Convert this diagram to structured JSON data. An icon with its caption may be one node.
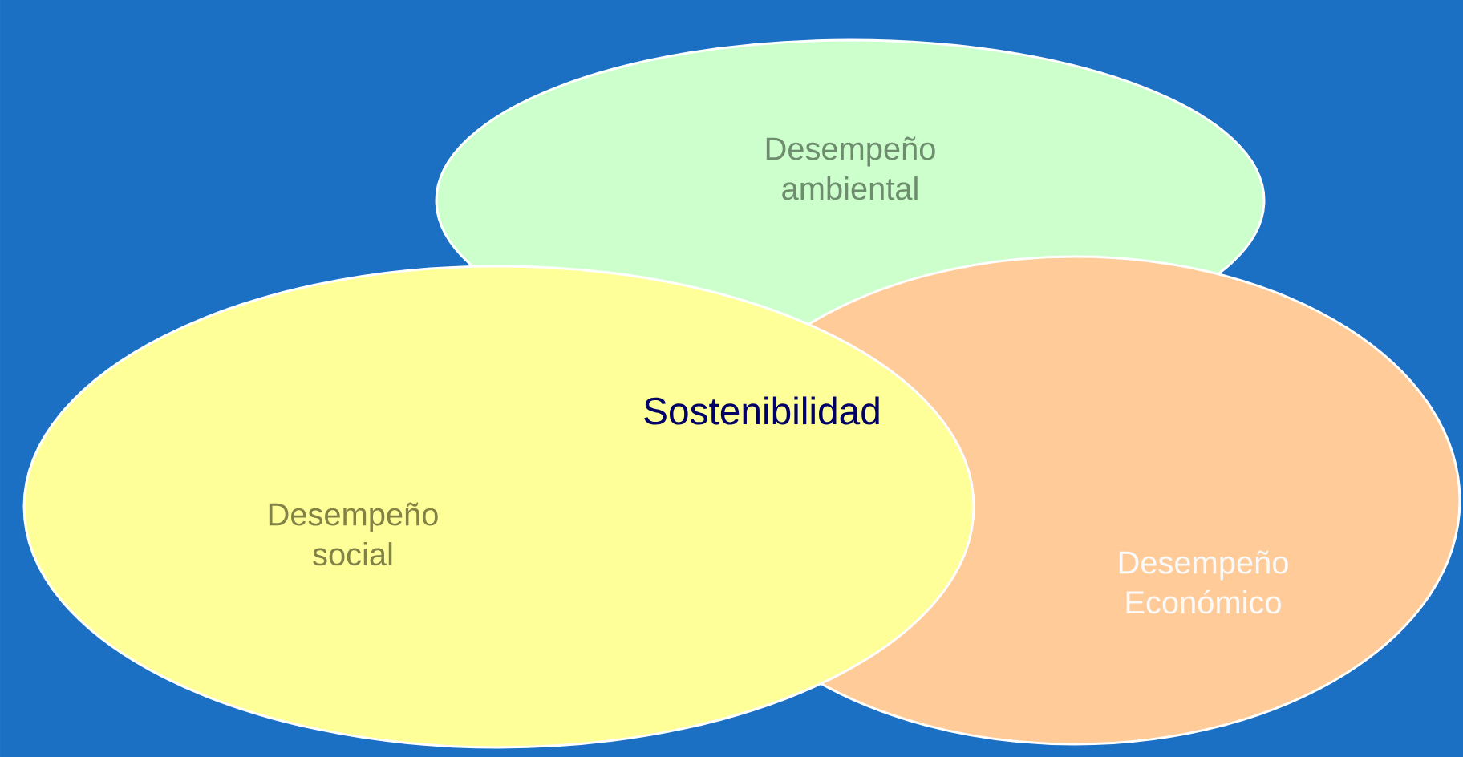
{
  "diagram": {
    "nodes": [
      {
        "text": [
          "Desempeño ambiental"
        ]
      },
      {
        "text": [
          "Desempeño social"
        ]
      },
      {
        "text": [
          "Desempeño Económico"
        ]
      }
    ],
    "labels": [
      "Sostenibilidad"
    ]
  }
}
